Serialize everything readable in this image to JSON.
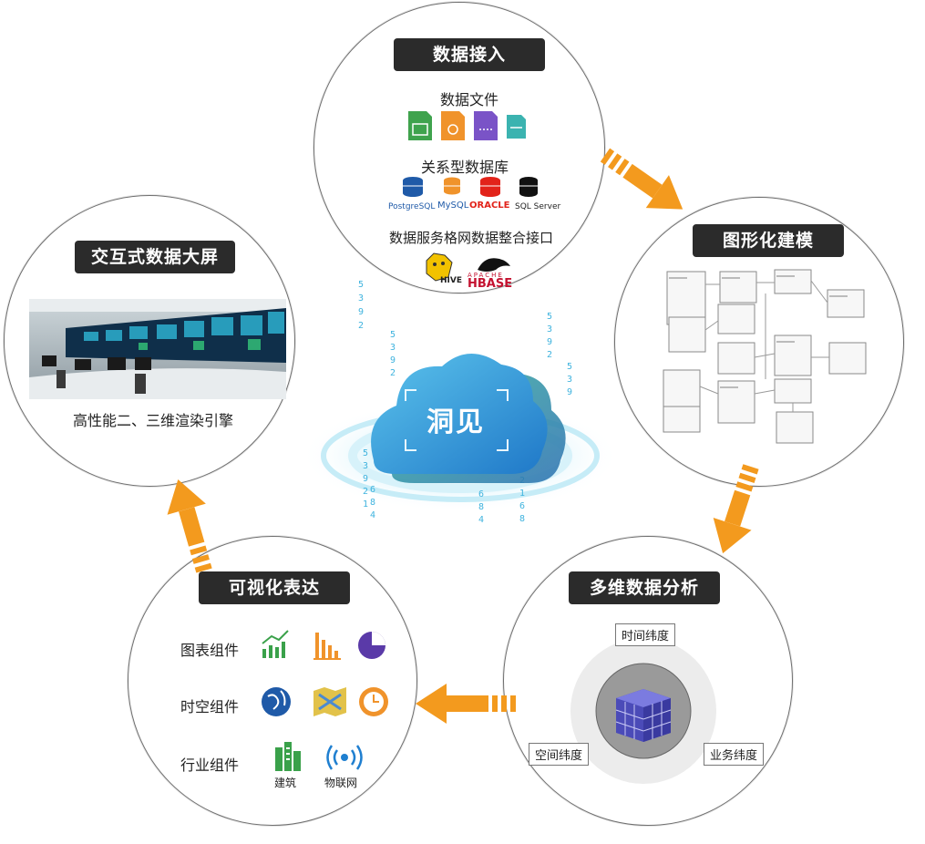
{
  "center": {
    "label": "洞见"
  },
  "data_ingest": {
    "title": "数据接入",
    "files_label": "数据文件",
    "file_icons": [
      "spreadsheet-file-icon",
      "chart-file-icon",
      "document-file-icon",
      "table-file-icon"
    ],
    "db_label": "关系型数据库",
    "databases": [
      "PostgreSQL",
      "MySQL",
      "ORACLE",
      "SQL Server"
    ],
    "service_label": "数据服务格网数据整合接口",
    "service_logos": [
      "HIVE",
      "APACHE",
      "HBASE"
    ]
  },
  "graph_modeling": {
    "title": "图形化建模"
  },
  "multidim": {
    "title": "多维数据分析",
    "dims": [
      "时间纬度",
      "空间纬度",
      "业务纬度"
    ]
  },
  "visual": {
    "title": "可视化表达",
    "rows": [
      {
        "label": "图表组件"
      },
      {
        "label": "时空组件"
      },
      {
        "label": "行业组件"
      }
    ],
    "industry_items": [
      "建筑",
      "物联网"
    ]
  },
  "screen": {
    "title": "交互式数据大屏",
    "caption": "高性能二、三维渲染引擎"
  },
  "colors": {
    "arrow": "#f39a1e",
    "cloud": "#3aa7e0",
    "pill": "#2b2b2b"
  }
}
